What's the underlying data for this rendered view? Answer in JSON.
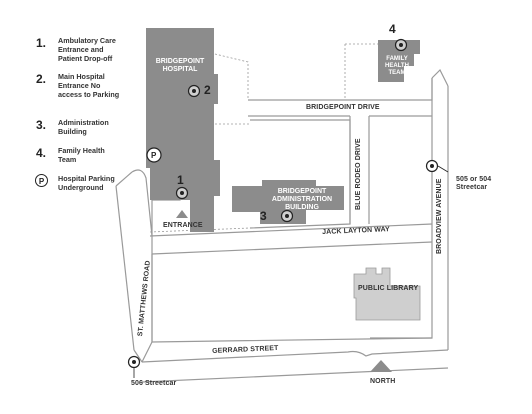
{
  "legend": [
    {
      "number": "1.",
      "text": "Ambulatory Care Entrance and Patient Drop-off"
    },
    {
      "number": "2.",
      "text": "Main Hospital Entrance No access to Parking"
    },
    {
      "number": "3.",
      "text": "Administration Building"
    },
    {
      "number": "4.",
      "text": "Family Health Team"
    },
    {
      "number": "P",
      "text": "Hospital Parking Underground"
    }
  ],
  "buildings": {
    "hospital": "BRIDGEPOINT HOSPITAL",
    "admin": "BRIDGEPOINT ADMINISTRATION BUILDING",
    "family_health": "FAMILY HEALTH TEAM",
    "library": "PUBLIC LIBRARY"
  },
  "streets": {
    "bridgepoint_drive": "BRIDGEPOINT DRIVE",
    "blue_rodeo_drive": "BLUE RODEO DRIVE",
    "jack_layton_way": "JACK LAYTON WAY",
    "broadview_avenue": "BROADVIEW AVENUE",
    "st_matthews_road": "ST. MATTHEWS ROAD",
    "gerrard_street": "GERRARD STREET"
  },
  "markers": {
    "entrance_label": "ENTRANCE",
    "north_label": "NORTH",
    "parking_symbol": "P",
    "num1": "1",
    "num2": "2",
    "num3": "3",
    "num4": "4"
  },
  "transit": {
    "streetcar_505_504": "505 or 504 Streetcar",
    "streetcar_506": "506 Streetcar"
  },
  "colors": {
    "building_fill": "#8c8c8c",
    "library_fill": "#cfcfcf",
    "road_outline": "#9a9a9a",
    "text": "#333333"
  }
}
